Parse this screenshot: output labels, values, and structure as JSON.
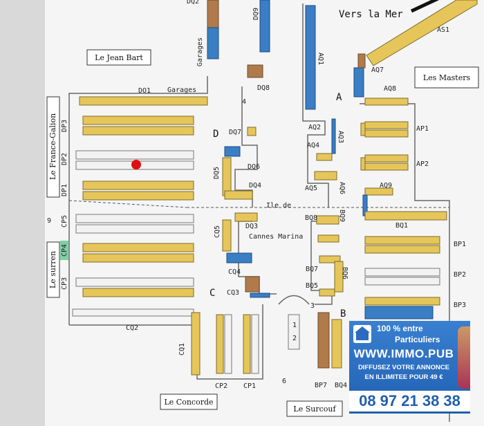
{
  "map": {
    "labels": {
      "vers_la_mer": "Vers la Mer",
      "le_jean_bart": "Le Jean Bart",
      "les_masters": "Les Masters",
      "le_france_galion": "Le France-Galion",
      "le_surren": "Le surren",
      "le_concorde": "Le Concorde",
      "le_surcouf": "Le Surcouf",
      "ile_de": "Ile de",
      "cannes_marina": "Cannes Marina",
      "garages_top": "Garages",
      "garages_left": "Garages"
    },
    "zones": {
      "a": "A",
      "b": "B",
      "c": "C",
      "d": "D"
    },
    "docks": {
      "dq2": "DQ2",
      "dq9": "DQ9",
      "dq8": "DQ8",
      "dq7": "DQ7",
      "dq6": "DQ6",
      "dq5": "DQ5",
      "dq4": "DQ4",
      "dq3": "DQ3",
      "do1": "DO1",
      "dp3": "DP3",
      "dp2": "DP2",
      "dp1": "DP1",
      "cp5": "CP5",
      "cp4": "CP4",
      "cp3": "CP3",
      "cq5": "CQ5",
      "cq4": "CQ4",
      "cq3": "CQ3",
      "cq2": "CQ2",
      "cq1": "CQ1",
      "cp2": "CP2",
      "cp1": "CP1",
      "aq1": "AQ1",
      "aq2": "AQ2",
      "aq3": "AQ3",
      "aq4": "AQ4",
      "aq5": "AQ5",
      "aq6": "AQ6",
      "aq7": "AQ7",
      "aq8": "AQ8",
      "aq9": "AQ9",
      "as1": "AS1",
      "ap1": "AP1",
      "ap2": "AP2",
      "bq1": "BQ1",
      "bq4": "BQ4",
      "bq5": "BQ5",
      "bq6": "BQ6",
      "bq7": "BQ7",
      "bq8": "BQ8",
      "bq9": "BQ9",
      "bp1": "BP1",
      "bp2": "BP2",
      "bp3": "BP3",
      "bp7": "BP7"
    },
    "numbers": {
      "n1": "1",
      "n2": "2",
      "n3": "3",
      "n4": "4",
      "n6": "6",
      "n9": "9"
    },
    "colors": {
      "yellow": "#e6c65a",
      "blue": "#3a7ec4",
      "brown": "#b07a4a",
      "white": "#f2f2f2",
      "marker": "#e01010"
    }
  },
  "ad": {
    "line1": "100 % entre",
    "line2": "Particuliers",
    "site": "WWW.IMMO.PUB",
    "line3": "DIFFUSEZ VOTRE ANNONCE",
    "line4": "EN ILLIMITEE POUR 49 €",
    "phone": "08 97 21 38 38",
    "icon": "house-icon"
  }
}
